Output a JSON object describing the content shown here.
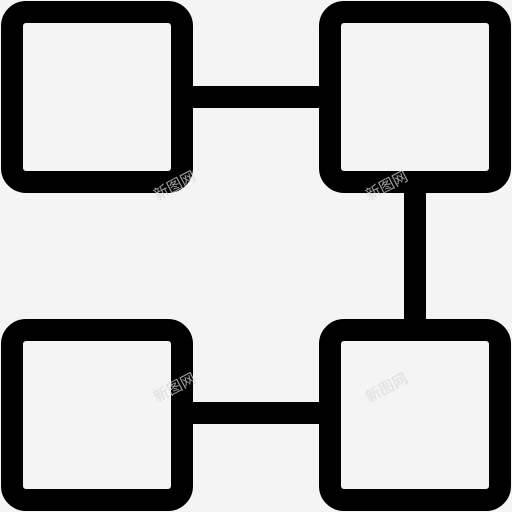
{
  "icon": {
    "name": "network-structure-icon",
    "stroke_color": "#000000",
    "background_color": "#f4f4f4",
    "nodes": [
      {
        "id": "node-top-left"
      },
      {
        "id": "node-top-right"
      },
      {
        "id": "node-bottom-left"
      },
      {
        "id": "node-bottom-right"
      }
    ],
    "links": [
      {
        "from": "node-top-left",
        "to": "node-top-right"
      },
      {
        "from": "node-top-right",
        "to": "node-bottom-right"
      },
      {
        "from": "node-bottom-left",
        "to": "node-bottom-right"
      }
    ]
  },
  "watermark": {
    "text": "新图网"
  }
}
